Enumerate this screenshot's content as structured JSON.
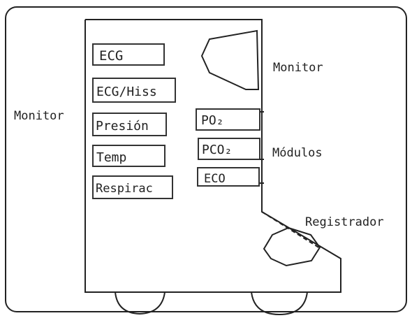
{
  "labels": {
    "monitor_left": "Monitor",
    "monitor_right": "Monitor",
    "modulos": "Módulos",
    "registrador": "Registrador"
  },
  "left_modules": [
    "ECG",
    "ECG/Hiss",
    "Presión",
    "Temp",
    "Respirac"
  ],
  "right_modules": [
    "PO₂",
    "PCO₂",
    "ECO"
  ],
  "colors": {
    "ink": "#222222",
    "background": "#ffffff"
  }
}
